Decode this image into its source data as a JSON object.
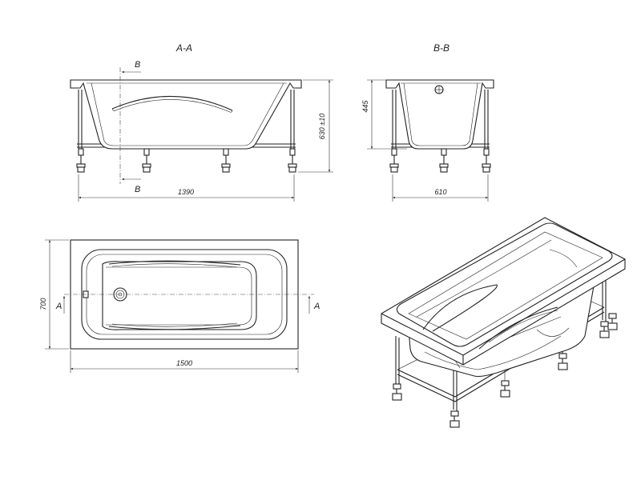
{
  "titles": {
    "section_a": "A-A",
    "section_b": "B-B"
  },
  "section_marks": {
    "a": "A",
    "b": "B"
  },
  "dimensions": {
    "side_length": "1390",
    "side_height": "630 ±10",
    "end_width": "610",
    "end_depth": "445",
    "plan_length": "1500",
    "plan_width": "700"
  }
}
